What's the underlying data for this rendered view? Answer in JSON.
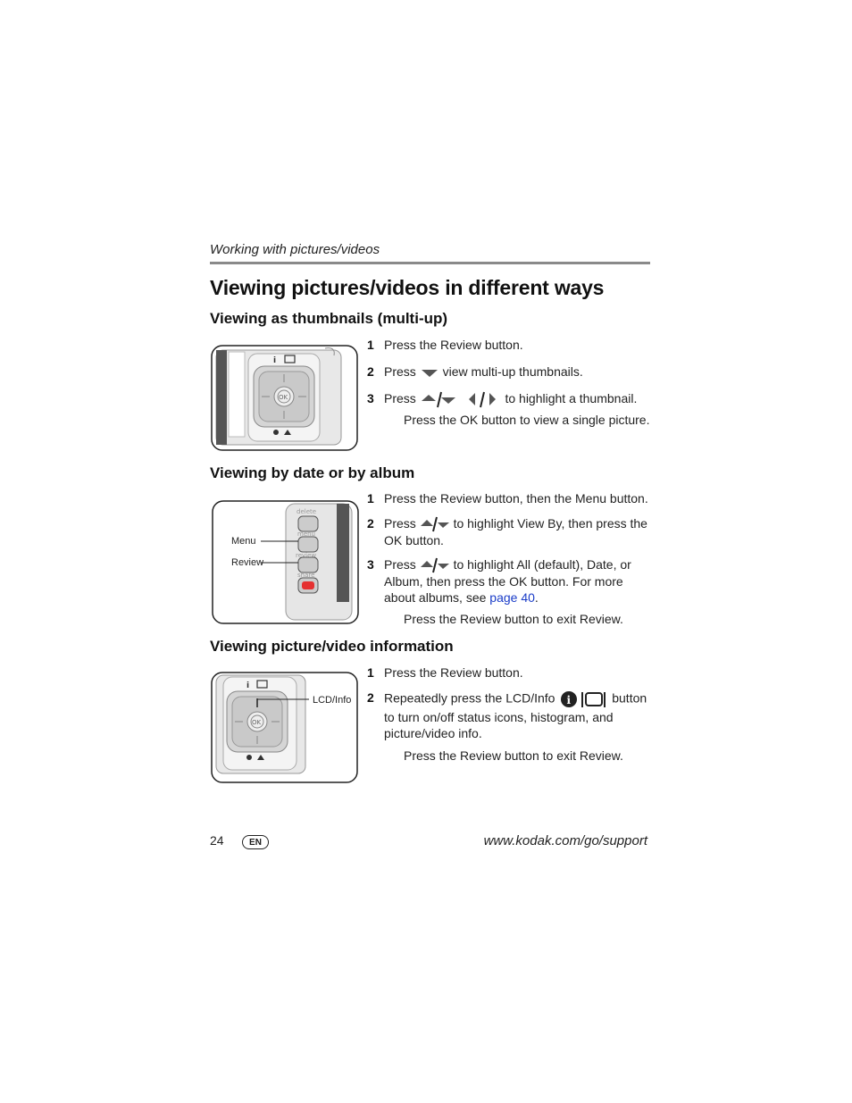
{
  "header": {
    "section": "Working with pictures/videos",
    "title": "Viewing pictures/videos in different ways"
  },
  "sections": [
    {
      "heading": "Viewing as thumbnails (multi-up)",
      "steps": [
        {
          "num": "1",
          "text": "Press the Review button."
        },
        {
          "num": "2",
          "pre": "Press",
          "post": "view multi-up thumbnails."
        },
        {
          "num": "3",
          "pre": "Press",
          "post": "to highlight a thumbnail."
        }
      ],
      "note": "Press the OK button to view a single picture."
    },
    {
      "heading": "Viewing by date or by album",
      "steps": [
        {
          "num": "1",
          "text": "Press the Review button, then the Menu button."
        },
        {
          "num": "2",
          "pre": "Press",
          "post": "to highlight View By, then press the OK button."
        },
        {
          "num": "3",
          "pre": "Press",
          "post": "to highlight All (default), Date, or Album, then press the OK button. For more about albums, see",
          "link": "page 40",
          "end": "."
        }
      ],
      "note": "Press the Review button to exit Review.",
      "callouts": {
        "menu": "Menu",
        "review": "Review"
      },
      "button_labels": {
        "delete": "delete",
        "menu": "menu",
        "review": "review",
        "share": "share"
      }
    },
    {
      "heading": "Viewing picture/video information",
      "steps": [
        {
          "num": "1",
          "text": "Press the Review button."
        },
        {
          "num": "2",
          "pre": "Repeatedly press the LCD/Info",
          "post": "button to turn on/off status icons, histogram, and picture/video info."
        }
      ],
      "note": "Press the Review button to exit Review.",
      "callouts": {
        "lcd": "LCD/Info"
      }
    }
  ],
  "ok_label": "OK",
  "footer": {
    "page_number": "24",
    "language_badge": "EN",
    "url": "www.kodak.com/go/support"
  }
}
